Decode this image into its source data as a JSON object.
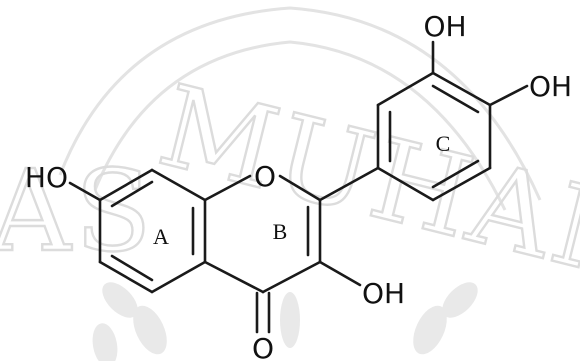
{
  "watermark": {
    "left_text": "AS",
    "main_text": "MUHAMMA",
    "color": "#dcdcdc"
  },
  "molecule": {
    "bond_color": "#1a1a1a",
    "atoms": {
      "ho_left": "HO",
      "ring_oxygen": "O",
      "ketone_oxygen": "O",
      "oh_ring_b": "OH",
      "oh_top": "OH",
      "oh_right": "OH"
    },
    "ring_labels": {
      "a": "A",
      "b": "B",
      "c": "C"
    }
  }
}
